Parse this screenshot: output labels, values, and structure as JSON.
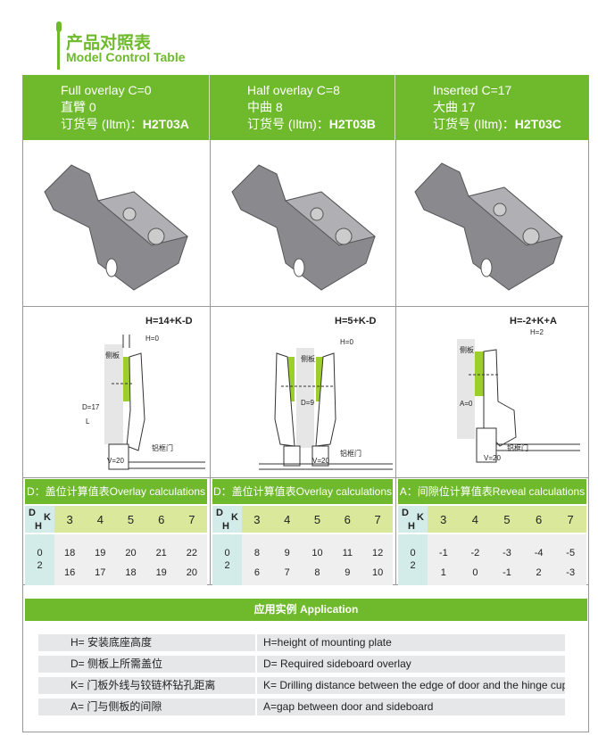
{
  "title": {
    "cn": "产品对照表",
    "en": "Model Control Table"
  },
  "columns": [
    {
      "name": "Full overlay C=0",
      "cn": "直臂 0",
      "item_label": "订货号 (Iltm)：",
      "item": "H2T03A",
      "formula": "H=14+K-D",
      "labels": {
        "h": "H=0",
        "side": "侧板",
        "d": "D=17",
        "l": "L",
        "v": "V=20"
      },
      "calc": {
        "title": "D：盖位计算值表Overlay calculations",
        "k": [
          "3",
          "4",
          "5",
          "6",
          "7"
        ],
        "h": [
          "0",
          "2"
        ],
        "rows": [
          [
            "18",
            "19",
            "20",
            "21",
            "22"
          ],
          [
            "16",
            "17",
            "18",
            "19",
            "20"
          ]
        ]
      }
    },
    {
      "name": "Half overlay C=8",
      "cn": "中曲 8",
      "item_label": "订货号 (Iltm)：",
      "item": "H2T03B",
      "formula": "H=5+K-D",
      "labels": {
        "h": "H=0",
        "side": "侧板",
        "d": "D=9",
        "door": "铝框门",
        "v": "V=20"
      },
      "calc": {
        "title": "D：盖位计算值表Overlay calculations",
        "k": [
          "3",
          "4",
          "5",
          "6",
          "7"
        ],
        "h": [
          "0",
          "2"
        ],
        "rows": [
          [
            "8",
            "9",
            "10",
            "11",
            "12"
          ],
          [
            "6",
            "7",
            "8",
            "9",
            "10"
          ]
        ]
      }
    },
    {
      "name": "Inserted C=17",
      "cn": "大曲 17",
      "item_label": "订货号 (Iltm)：",
      "item": "H2T03C",
      "formula": "H=-2+K+A",
      "labels": {
        "h": "H=2",
        "side": "侧板",
        "a": "A=0",
        "door": "铝框门",
        "v": "V=20"
      },
      "calc": {
        "title": "A：间隙位计算值表Reveal calculations",
        "k": [
          "3",
          "4",
          "5",
          "6",
          "7"
        ],
        "h": [
          "0",
          "2"
        ],
        "rows": [
          [
            "-1",
            "-2",
            "-3",
            "-4",
            "-5"
          ],
          [
            "1",
            "0",
            "-1",
            "2",
            "-3"
          ]
        ]
      }
    }
  ],
  "door_label_first": "铝框门",
  "dh": {
    "d": "D",
    "k": "K",
    "h": "H"
  },
  "application": {
    "title": "应用实例  Application",
    "rows": [
      {
        "cn": "H= 安装底座高度",
        "en": "H=height of mounting plate"
      },
      {
        "cn": "D= 侧板上所需盖位",
        "en": "D= Required sideboard overlay"
      },
      {
        "cn": "K= 门板外线与铰链杯钻孔距离",
        "en": "K= Drilling distance between the edge of door and the hinge cup"
      },
      {
        "cn": "A= 门与侧板的间隙",
        "en": "A=gap between door and sideboard"
      }
    ]
  },
  "colors": {
    "green": "#6fb92c",
    "light_green": "#d9e89a",
    "cyan": "#d3ecea"
  }
}
